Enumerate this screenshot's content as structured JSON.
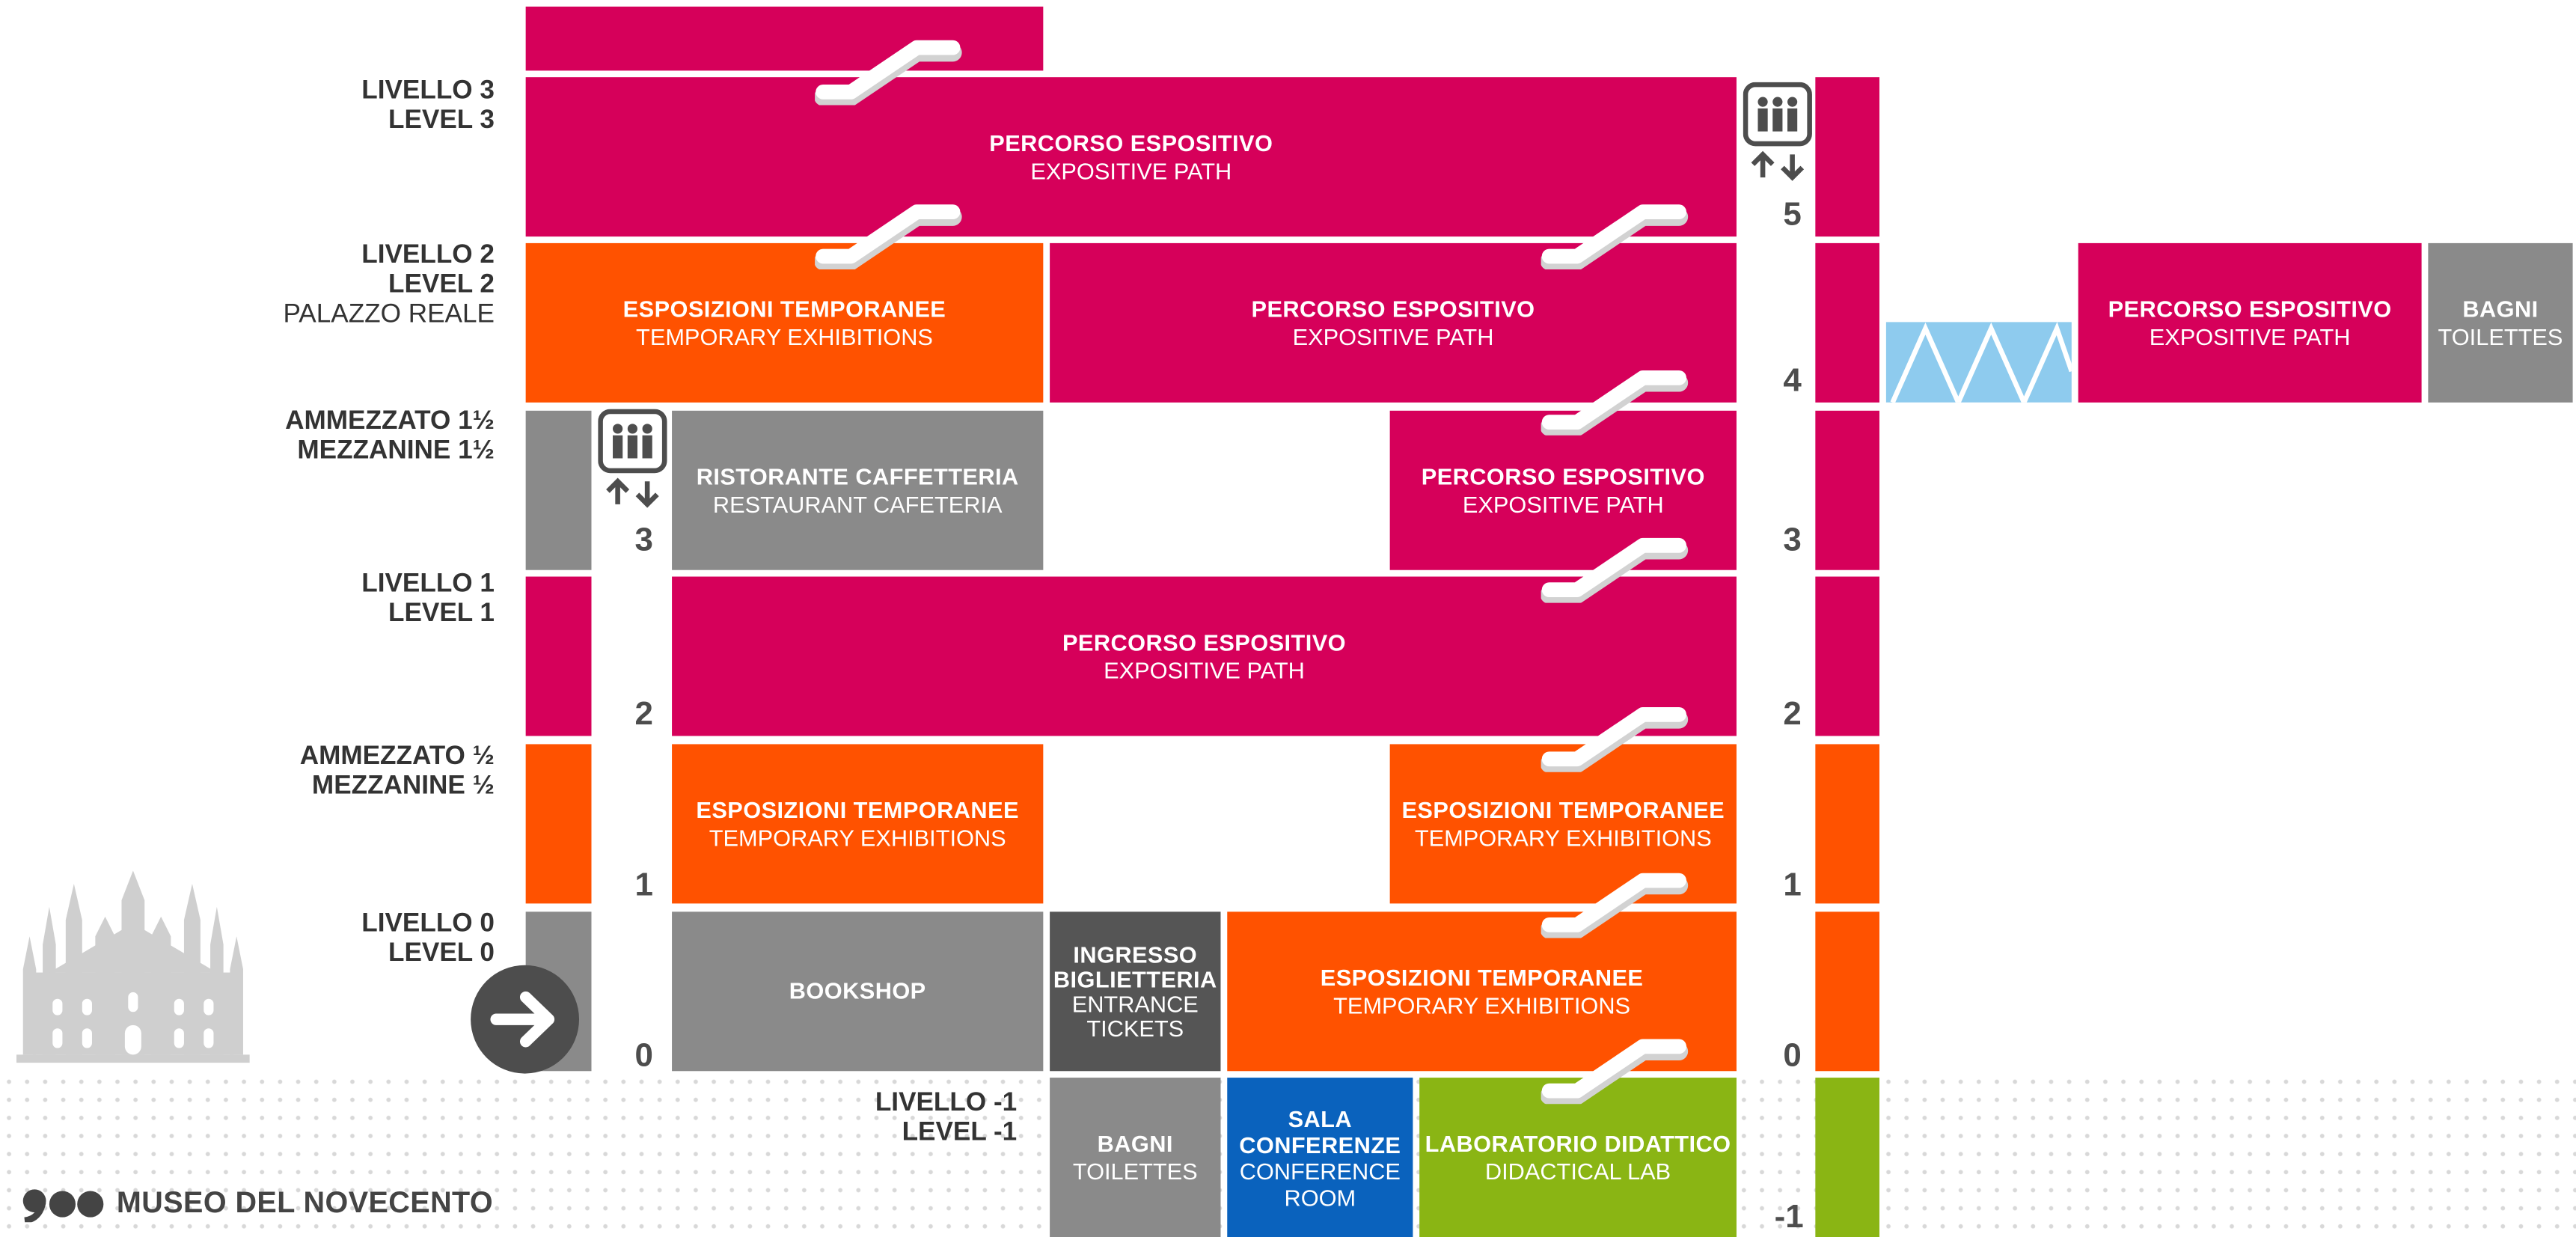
{
  "levels": {
    "l3": {
      "it": "LIVELLO 3",
      "en": "LEVEL 3"
    },
    "l2": {
      "it": "LIVELLO 2",
      "en": "LEVEL 2",
      "sub": "PALAZZO REALE"
    },
    "m15": {
      "it": "AMMEZZATO 1½",
      "en": "MEZZANINE 1½"
    },
    "l1": {
      "it": "LIVELLO 1",
      "en": "LEVEL 1"
    },
    "m05": {
      "it": "AMMEZZATO ½",
      "en": "MEZZANINE ½"
    },
    "l0": {
      "it": "LIVELLO 0",
      "en": "LEVEL 0"
    },
    "lm1": {
      "it": "LIVELLO -1",
      "en": "LEVEL -1"
    }
  },
  "areas": {
    "path_l3": {
      "it": "PERCORSO ESPOSITIVO",
      "en": "EXPOSITIVE PATH"
    },
    "temp_l2": {
      "it": "ESPOSIZIONI TEMPORANEE",
      "en": "TEMPORARY EXHIBITIONS"
    },
    "path_l2": {
      "it": "PERCORSO ESPOSITIVO",
      "en": "EXPOSITIVE PATH"
    },
    "path_palazzo": {
      "it": "PERCORSO ESPOSITIVO",
      "en": "EXPOSITIVE PATH"
    },
    "bagni_palazzo": {
      "it": "BAGNI",
      "en": "TOILETTES"
    },
    "ristorante": {
      "it": "RISTORANTE CAFFETTERIA",
      "en": "RESTAURANT CAFETERIA"
    },
    "path_m15": {
      "it": "PERCORSO ESPOSITIVO",
      "en": "EXPOSITIVE PATH"
    },
    "path_l1": {
      "it": "PERCORSO ESPOSITIVO",
      "en": "EXPOSITIVE PATH"
    },
    "temp_m05_left": {
      "it": "ESPOSIZIONI TEMPORANEE",
      "en": "TEMPORARY EXHIBITIONS"
    },
    "temp_m05_right": {
      "it": "ESPOSIZIONI TEMPORANEE",
      "en": "TEMPORARY EXHIBITIONS"
    },
    "bookshop": {
      "it": "BOOKSHOP"
    },
    "ingresso": {
      "it1": "INGRESSO",
      "it2": "BIGLIETTERIA",
      "en1": "ENTRANCE",
      "en2": "TICKETS"
    },
    "temp_l0": {
      "it": "ESPOSIZIONI TEMPORANEE",
      "en": "TEMPORARY EXHIBITIONS"
    },
    "bagni_lm1": {
      "it": "BAGNI",
      "en": "TOILETTES"
    },
    "sala": {
      "it1": "SALA",
      "it2": "CONFERENZE",
      "en1": "CONFERENCE",
      "en2": "ROOM"
    },
    "laboratorio": {
      "it": "LABORATORIO DIDATTICO",
      "en": "DIDACTICAL LAB"
    }
  },
  "lift_left_floors": [
    "3",
    "2",
    "1",
    "0"
  ],
  "lift_right_floors": [
    "5",
    "4",
    "3",
    "2",
    "1",
    "0",
    "-1"
  ],
  "brand": {
    "name": "MUSEO DEL NOVECENTO"
  },
  "colors": {
    "path": "#d6005a",
    "temporary": "#ff5200",
    "services": "#8a8a8a",
    "entrance": "#555555",
    "conference": "#0a62bd",
    "lab": "#8ab514",
    "bridge": "#8ecbee"
  },
  "icons": [
    "elevator-icon",
    "escalator-icon",
    "entrance-arrow-icon",
    "duomo-silhouette-icon",
    "bridge-icon",
    "brand-logo-icon"
  ]
}
